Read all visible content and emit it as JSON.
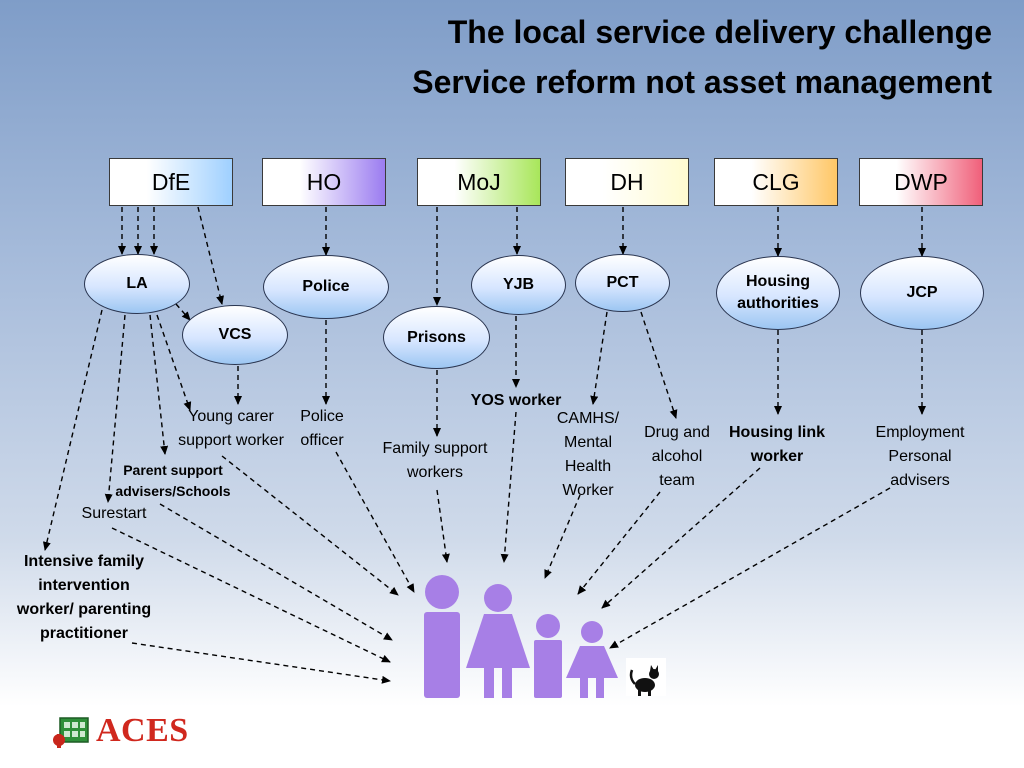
{
  "title": {
    "line1": "The local service delivery challenge",
    "line2": "Service reform not asset management"
  },
  "departments": [
    {
      "id": "dfe",
      "label": "DfE",
      "gradient": [
        "#ffffff",
        "#9fd0ff"
      ]
    },
    {
      "id": "ho",
      "label": "HO",
      "gradient": [
        "#ffffff",
        "#9b7cf0"
      ]
    },
    {
      "id": "moj",
      "label": "MoJ",
      "gradient": [
        "#ffffff",
        "#a8e65a"
      ]
    },
    {
      "id": "dh",
      "label": "DH",
      "gradient": [
        "#ffffff",
        "#fffbd0"
      ]
    },
    {
      "id": "clg",
      "label": "CLG",
      "gradient": [
        "#ffffff",
        "#ffc766"
      ]
    },
    {
      "id": "dwp",
      "label": "DWP",
      "gradient": [
        "#ffffff",
        "#f0607a"
      ]
    }
  ],
  "agencies": {
    "la": "LA",
    "vcs": "VCS",
    "police": "Police",
    "prisons": "Prisons",
    "yjb": "YJB",
    "pct": "PCT",
    "housing": "Housing authorities",
    "jcp": "JCP"
  },
  "workers": {
    "young_carer": "Young carer support worker",
    "police_officer": "Police officer",
    "family_support": "Family support workers",
    "yos": "YOS worker",
    "camhs": "CAMHS/ Mental Health Worker",
    "drug_alcohol": "Drug and alcohol team",
    "housing_link": "Housing link worker",
    "employment": "Employment Personal advisers",
    "parent_support": "Parent support advisers/Schools",
    "surestart": "Surestart",
    "intensive_family": "Intensive family intervention worker/ parenting practitioner"
  },
  "family": {
    "figure_color": "#a77fe6",
    "pet_icon": "cat-icon"
  },
  "logo": {
    "text": "ACES",
    "icon": "aces-logo-icon",
    "color": "#d0281e"
  }
}
